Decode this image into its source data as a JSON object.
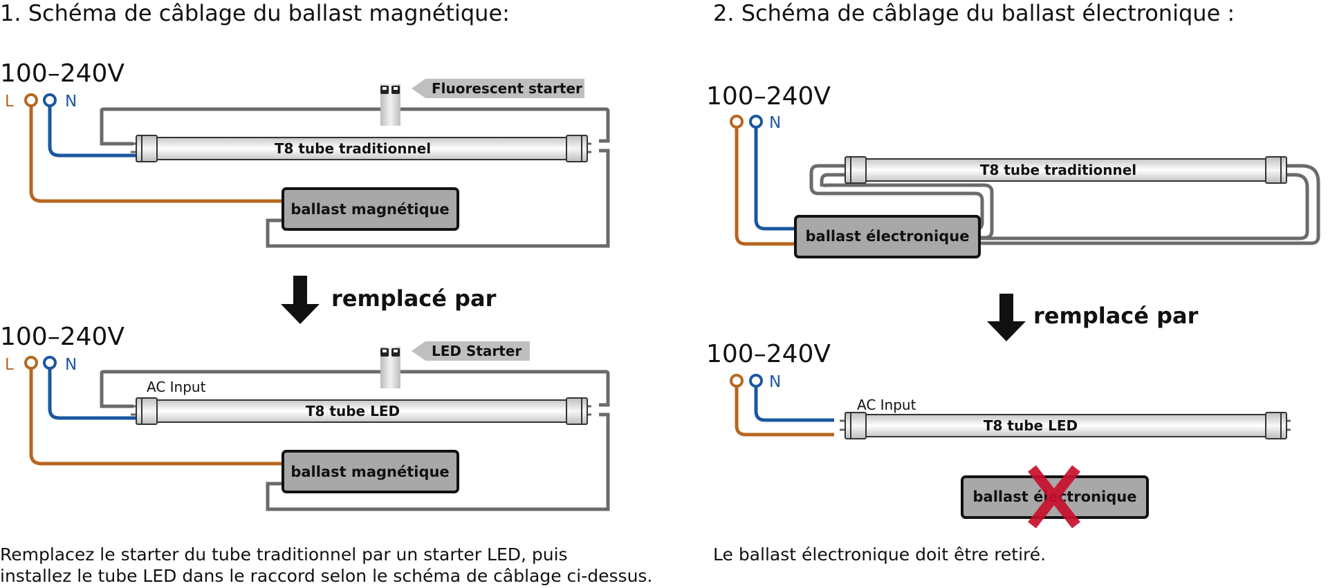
{
  "left": {
    "heading": "1. Schéma de câblage du ballast magnétique:",
    "top": {
      "voltage": "100–240V",
      "l_label": "L",
      "n_label": "N",
      "starter_tag": "Fluorescent starter",
      "tube_label": "T8 tube traditionnel",
      "ballast_label": "ballast magnétique"
    },
    "replace_label": "remplacé par",
    "bottom": {
      "voltage": "100–240V",
      "l_label": "L",
      "n_label": "N",
      "starter_tag": "LED Starter",
      "ac_input": "AC Input",
      "tube_label": "T8 tube LED",
      "ballast_label": "ballast magnétique"
    },
    "note_lines": [
      "Remplacez le starter du tube traditionnel par un starter LED, puis",
      "installez le tube LED dans le raccord selon le schéma de câblage ci-dessus."
    ]
  },
  "right": {
    "heading": "2. Schéma de câblage du ballast électronique :",
    "top": {
      "voltage": "100–240V",
      "n_label": "N",
      "tube_label": "T8 tube traditionnel",
      "ballast_label": "ballast électronique"
    },
    "replace_label": "remplacé par",
    "bottom": {
      "voltage": "100–240V",
      "n_label": "N",
      "ac_input": "AC Input",
      "tube_label": "T8 tube LED",
      "ballast_label": "ballast électronique"
    },
    "note": "Le ballast électronique doit être retiré."
  },
  "colors": {
    "wire_live": "#b8651f",
    "wire_neutral": "#1b57a0",
    "wire_ballast": "#6b6b6b",
    "box_fill": "#a8a8a8",
    "cross": "#c8102e"
  }
}
